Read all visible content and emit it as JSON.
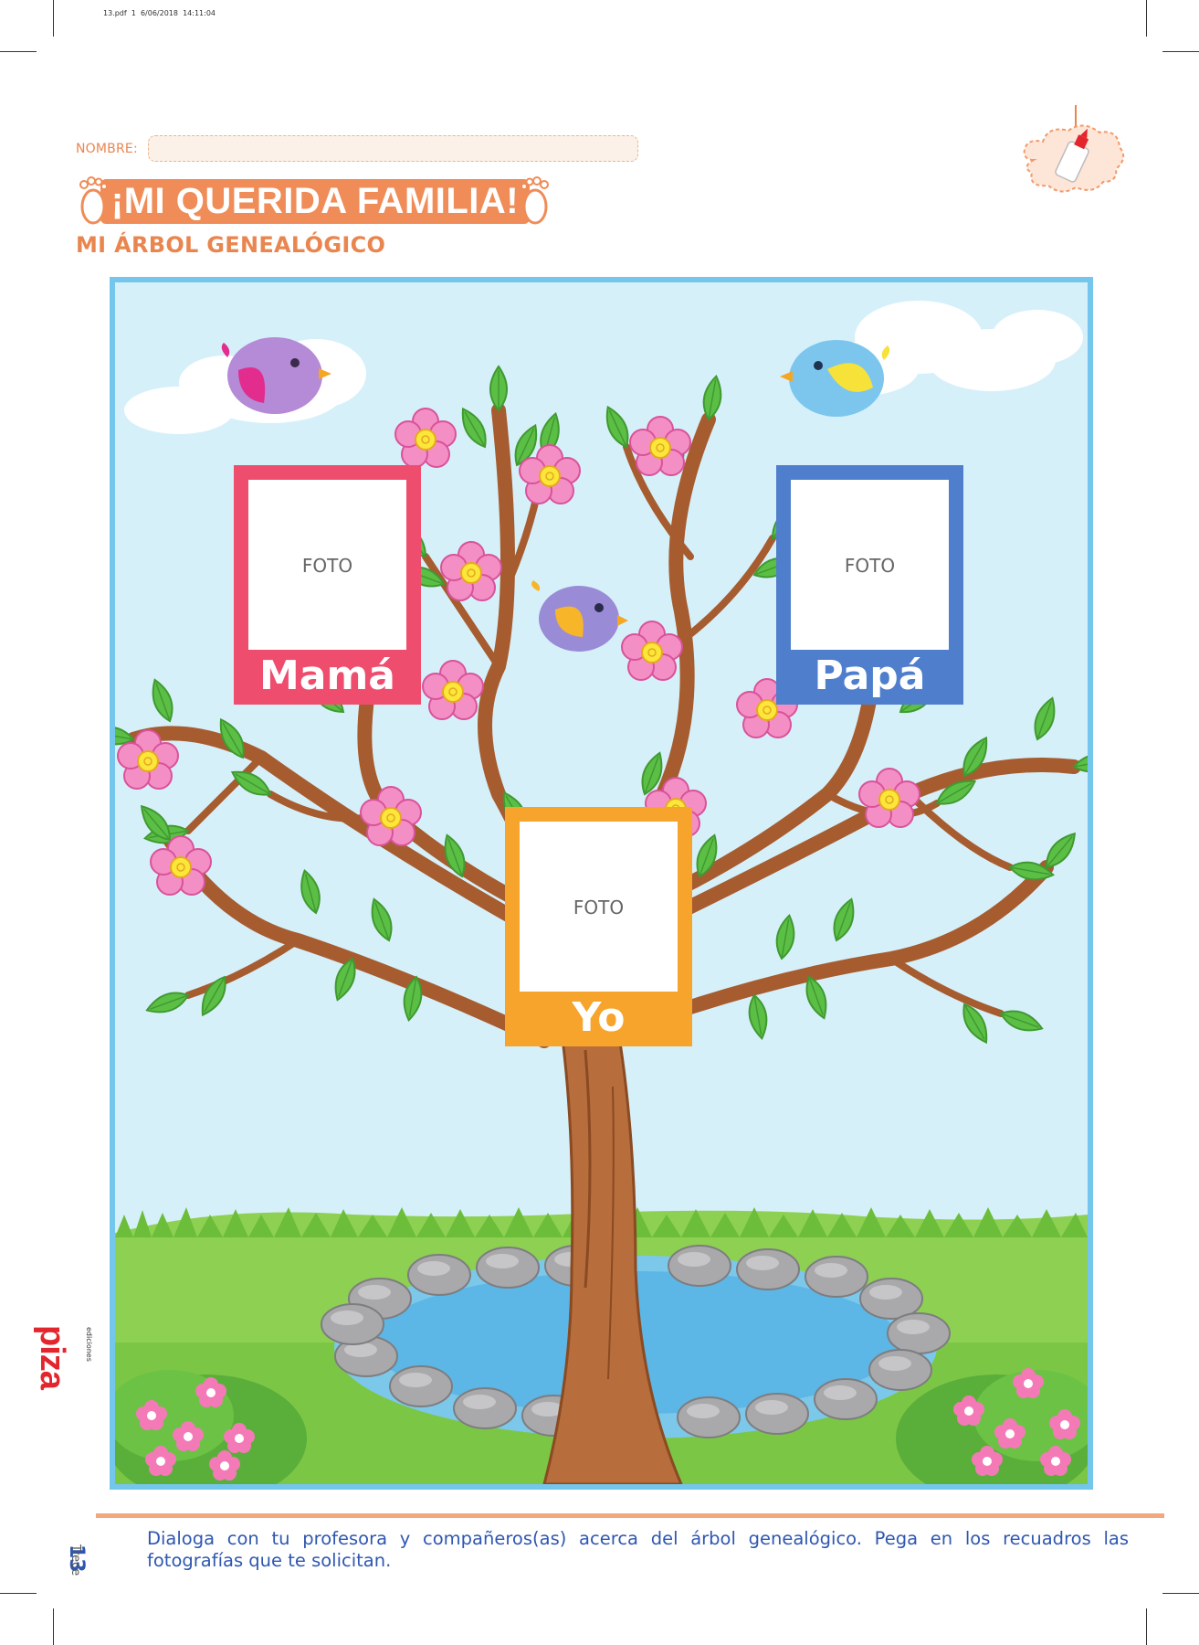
{
  "print_header": "13.pdf  1  6/06/2018  14:11:04",
  "name_label": "NOMBRE:",
  "title": "¡MI QUERIDA FAMILIA!",
  "subtitle": "MI ÁRBOL GENEALÓGICO",
  "frames": [
    {
      "photo_label": "FOTO",
      "name": "Mamá",
      "color": "#ef4d6e"
    },
    {
      "photo_label": "FOTO",
      "name": "Papá",
      "color": "#4f7fcc"
    },
    {
      "photo_label": "FOTO",
      "name": "Yo",
      "color": "#f7a42c"
    }
  ],
  "instruction": "Dialoga con tu profesora y compañeros(as) acerca del árbol genealógico. Pega en los recuadros las fotografías que te solicitan.",
  "page_number": "13",
  "page_word": "Trece",
  "publisher": {
    "logo": "piza",
    "small": "ediciones"
  },
  "colors": {
    "accent": "#ef8c57",
    "sky": "#d6f0fa",
    "frame_border": "#74c6ec",
    "footer_text": "#2f57b0"
  },
  "icons": [
    "footprint-icon",
    "glue-bottle-icon",
    "bird-icon",
    "flower-icon",
    "cloud-icon"
  ]
}
